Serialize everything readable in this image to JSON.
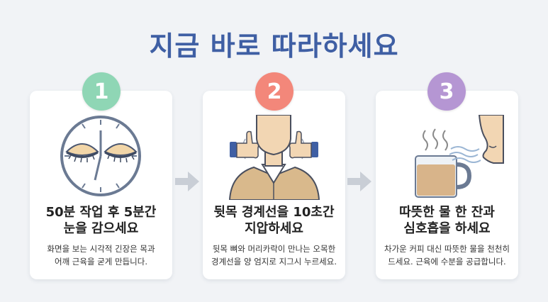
{
  "title": "지금 바로 따라하세요",
  "colors": {
    "title": "#3f5fa4",
    "step1": "#8fd6b5",
    "step2": "#f3877a",
    "step3": "#b596d3",
    "arrow": "#c9ced6"
  },
  "steps": [
    {
      "number": "1",
      "heading": [
        "50분 작업 후 5분간",
        "눈을 감으세요"
      ],
      "description": [
        "화면을 보는 시각적 긴장은 목과",
        "어깨 근육을 굳게 만듭니다."
      ],
      "icon": "clock-closed-eyes-icon"
    },
    {
      "number": "2",
      "heading": [
        "뒷목 경계선을 10초간",
        "지압하세요"
      ],
      "description": [
        "뒷목 뼈와 머리카락이 만나는 오목한",
        "경계선을 양 엄지로 지그시 누르세요."
      ],
      "icon": "neck-press-icon"
    },
    {
      "number": "3",
      "heading": [
        "따뜻한 물 한 잔과",
        "심호흡을 하세요"
      ],
      "description": [
        "차가운 커피 대신 따뜻한 물을 천천히",
        "드세요. 근육에 수분을 공급합니다."
      ],
      "icon": "warm-mug-breath-icon"
    }
  ]
}
